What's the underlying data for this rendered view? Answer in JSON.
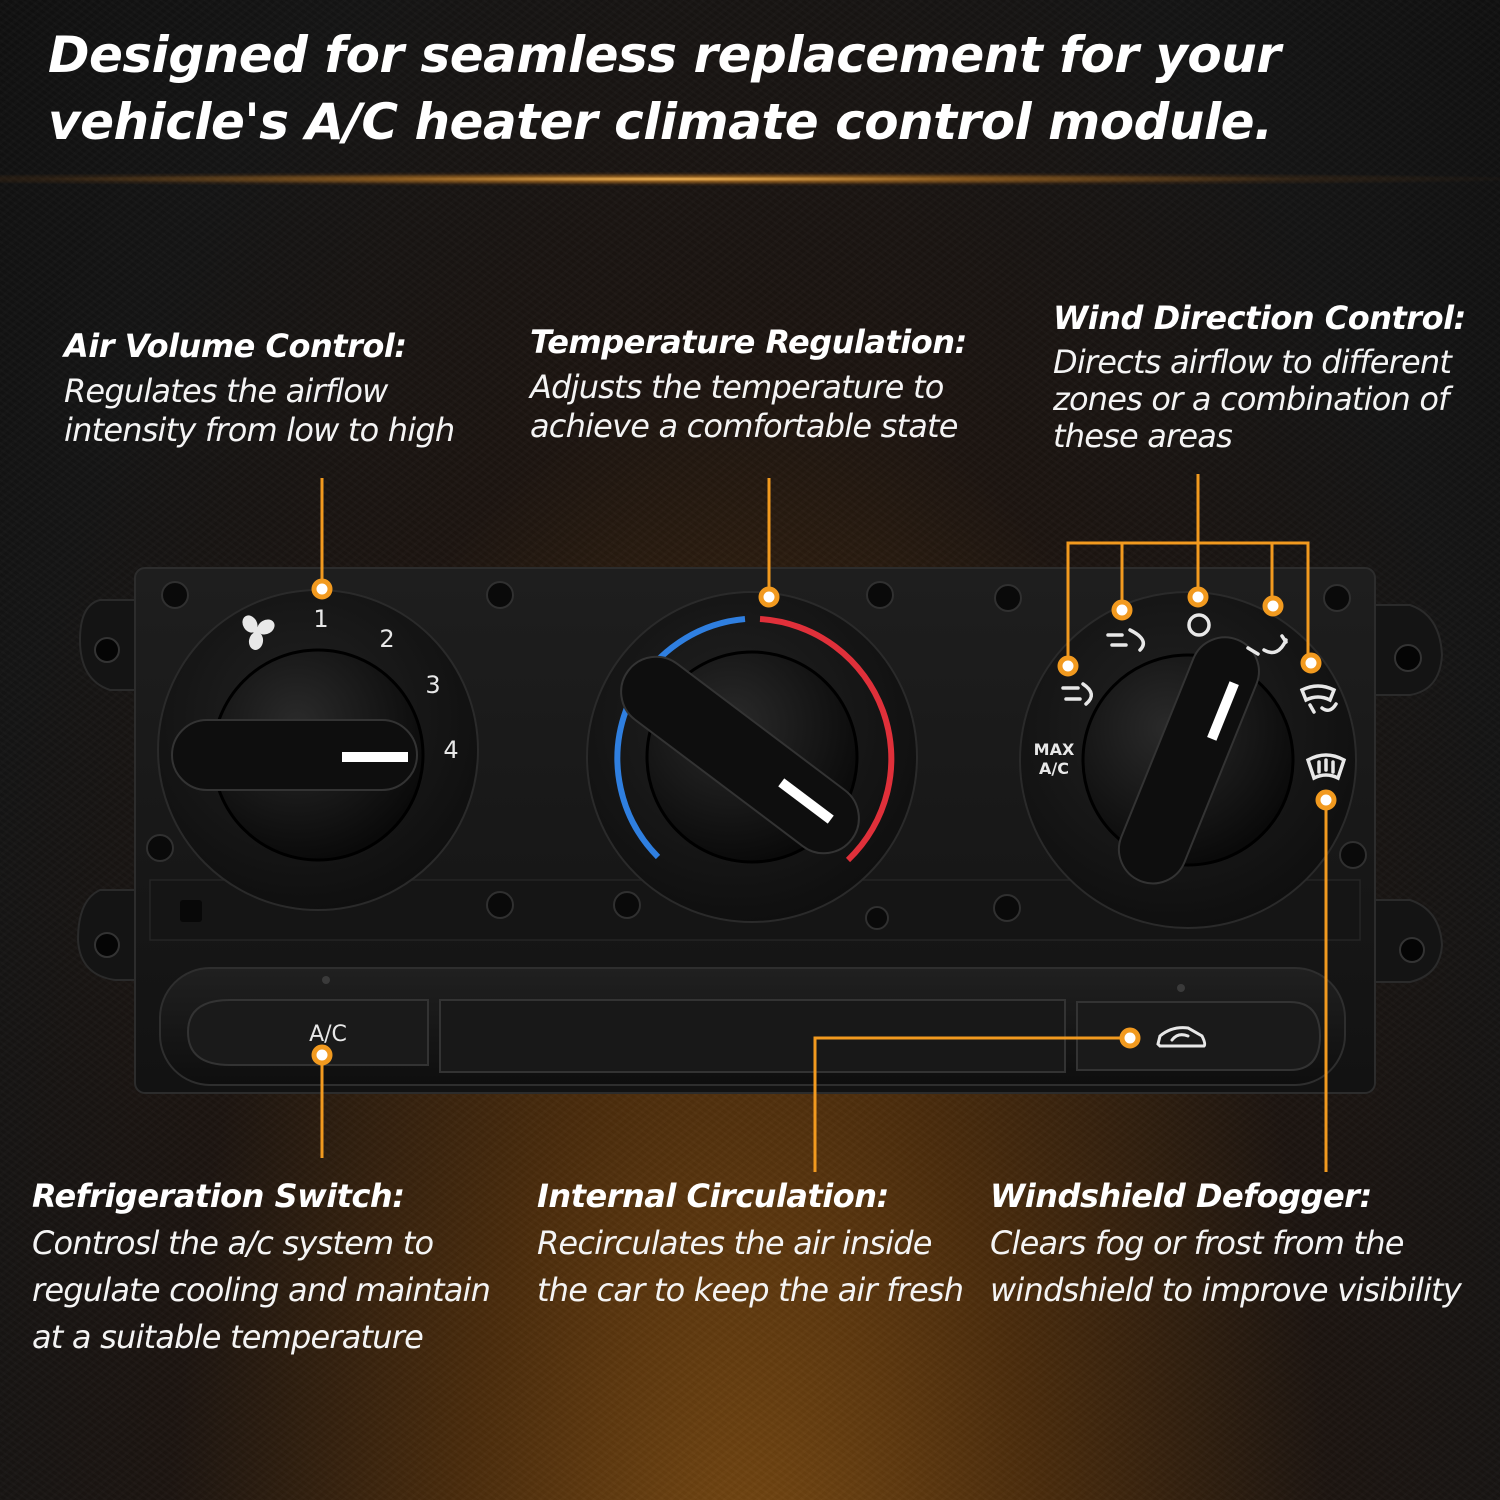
{
  "headline": "Designed for seamless replacement for your vehicle's A/C heater climate control module.",
  "callouts": {
    "air_volume": {
      "title": "Air Volume Control:",
      "text": "Regulates the airflow\nintensity from low to high"
    },
    "temperature": {
      "title": "Temperature Regulation:",
      "text": "Adjusts the temperature to\nachieve a comfortable state"
    },
    "wind_direction": {
      "title": "Wind Direction Control:",
      "text": "Directs airflow to different\nzones or a combination of\nthese areas"
    },
    "refrigeration": {
      "title": "Refrigeration Switch:",
      "text": "Controsl the a/c system to\nregulate cooling and maintain\nat a suitable temperature"
    },
    "internal_circulation": {
      "title": "Internal Circulation:",
      "text": "Recirculates the air inside\nthe car to keep the air fresh"
    },
    "defogger": {
      "title": "Windshield Defogger:",
      "text": "Clears fog or frost from the\nwindshield to improve visibility"
    }
  },
  "panel": {
    "fan_speeds": [
      "1",
      "2",
      "3",
      "4"
    ],
    "max_ac_label": "MAX\nA/C",
    "ac_button_label": "A/C"
  },
  "icons": {
    "fan": "fan-icon",
    "face_vent": "face-vent-icon",
    "off": "off-circle-icon",
    "floor_vent": "floor-vent-icon",
    "defrost_floor": "defrost-floor-icon",
    "defrost": "windshield-defrost-icon",
    "recirculation": "recirculation-car-icon"
  },
  "colors": {
    "accent_orange": "#f29a1f",
    "cold_blue": "#2f7fe0",
    "hot_red": "#e0303a",
    "panel_black": "#161616"
  }
}
